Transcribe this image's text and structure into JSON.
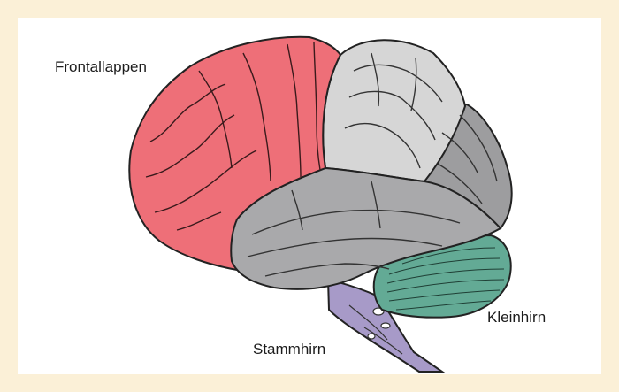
{
  "labels": {
    "frontal_lobe": "Frontallappen",
    "cerebellum": "Kleinhirn",
    "brainstem": "Stammhirn"
  },
  "colors": {
    "background": "#fbf0d7",
    "panel": "#ffffff",
    "frontal_lobe": "#ee6f78",
    "parietal_lobe": "#d6d6d6",
    "occipital_lobe": "#9d9d9f",
    "temporal_lobe": "#a9a9ab",
    "cerebellum": "#63aa95",
    "brainstem": "#a79ac8",
    "outline": "#222222"
  }
}
